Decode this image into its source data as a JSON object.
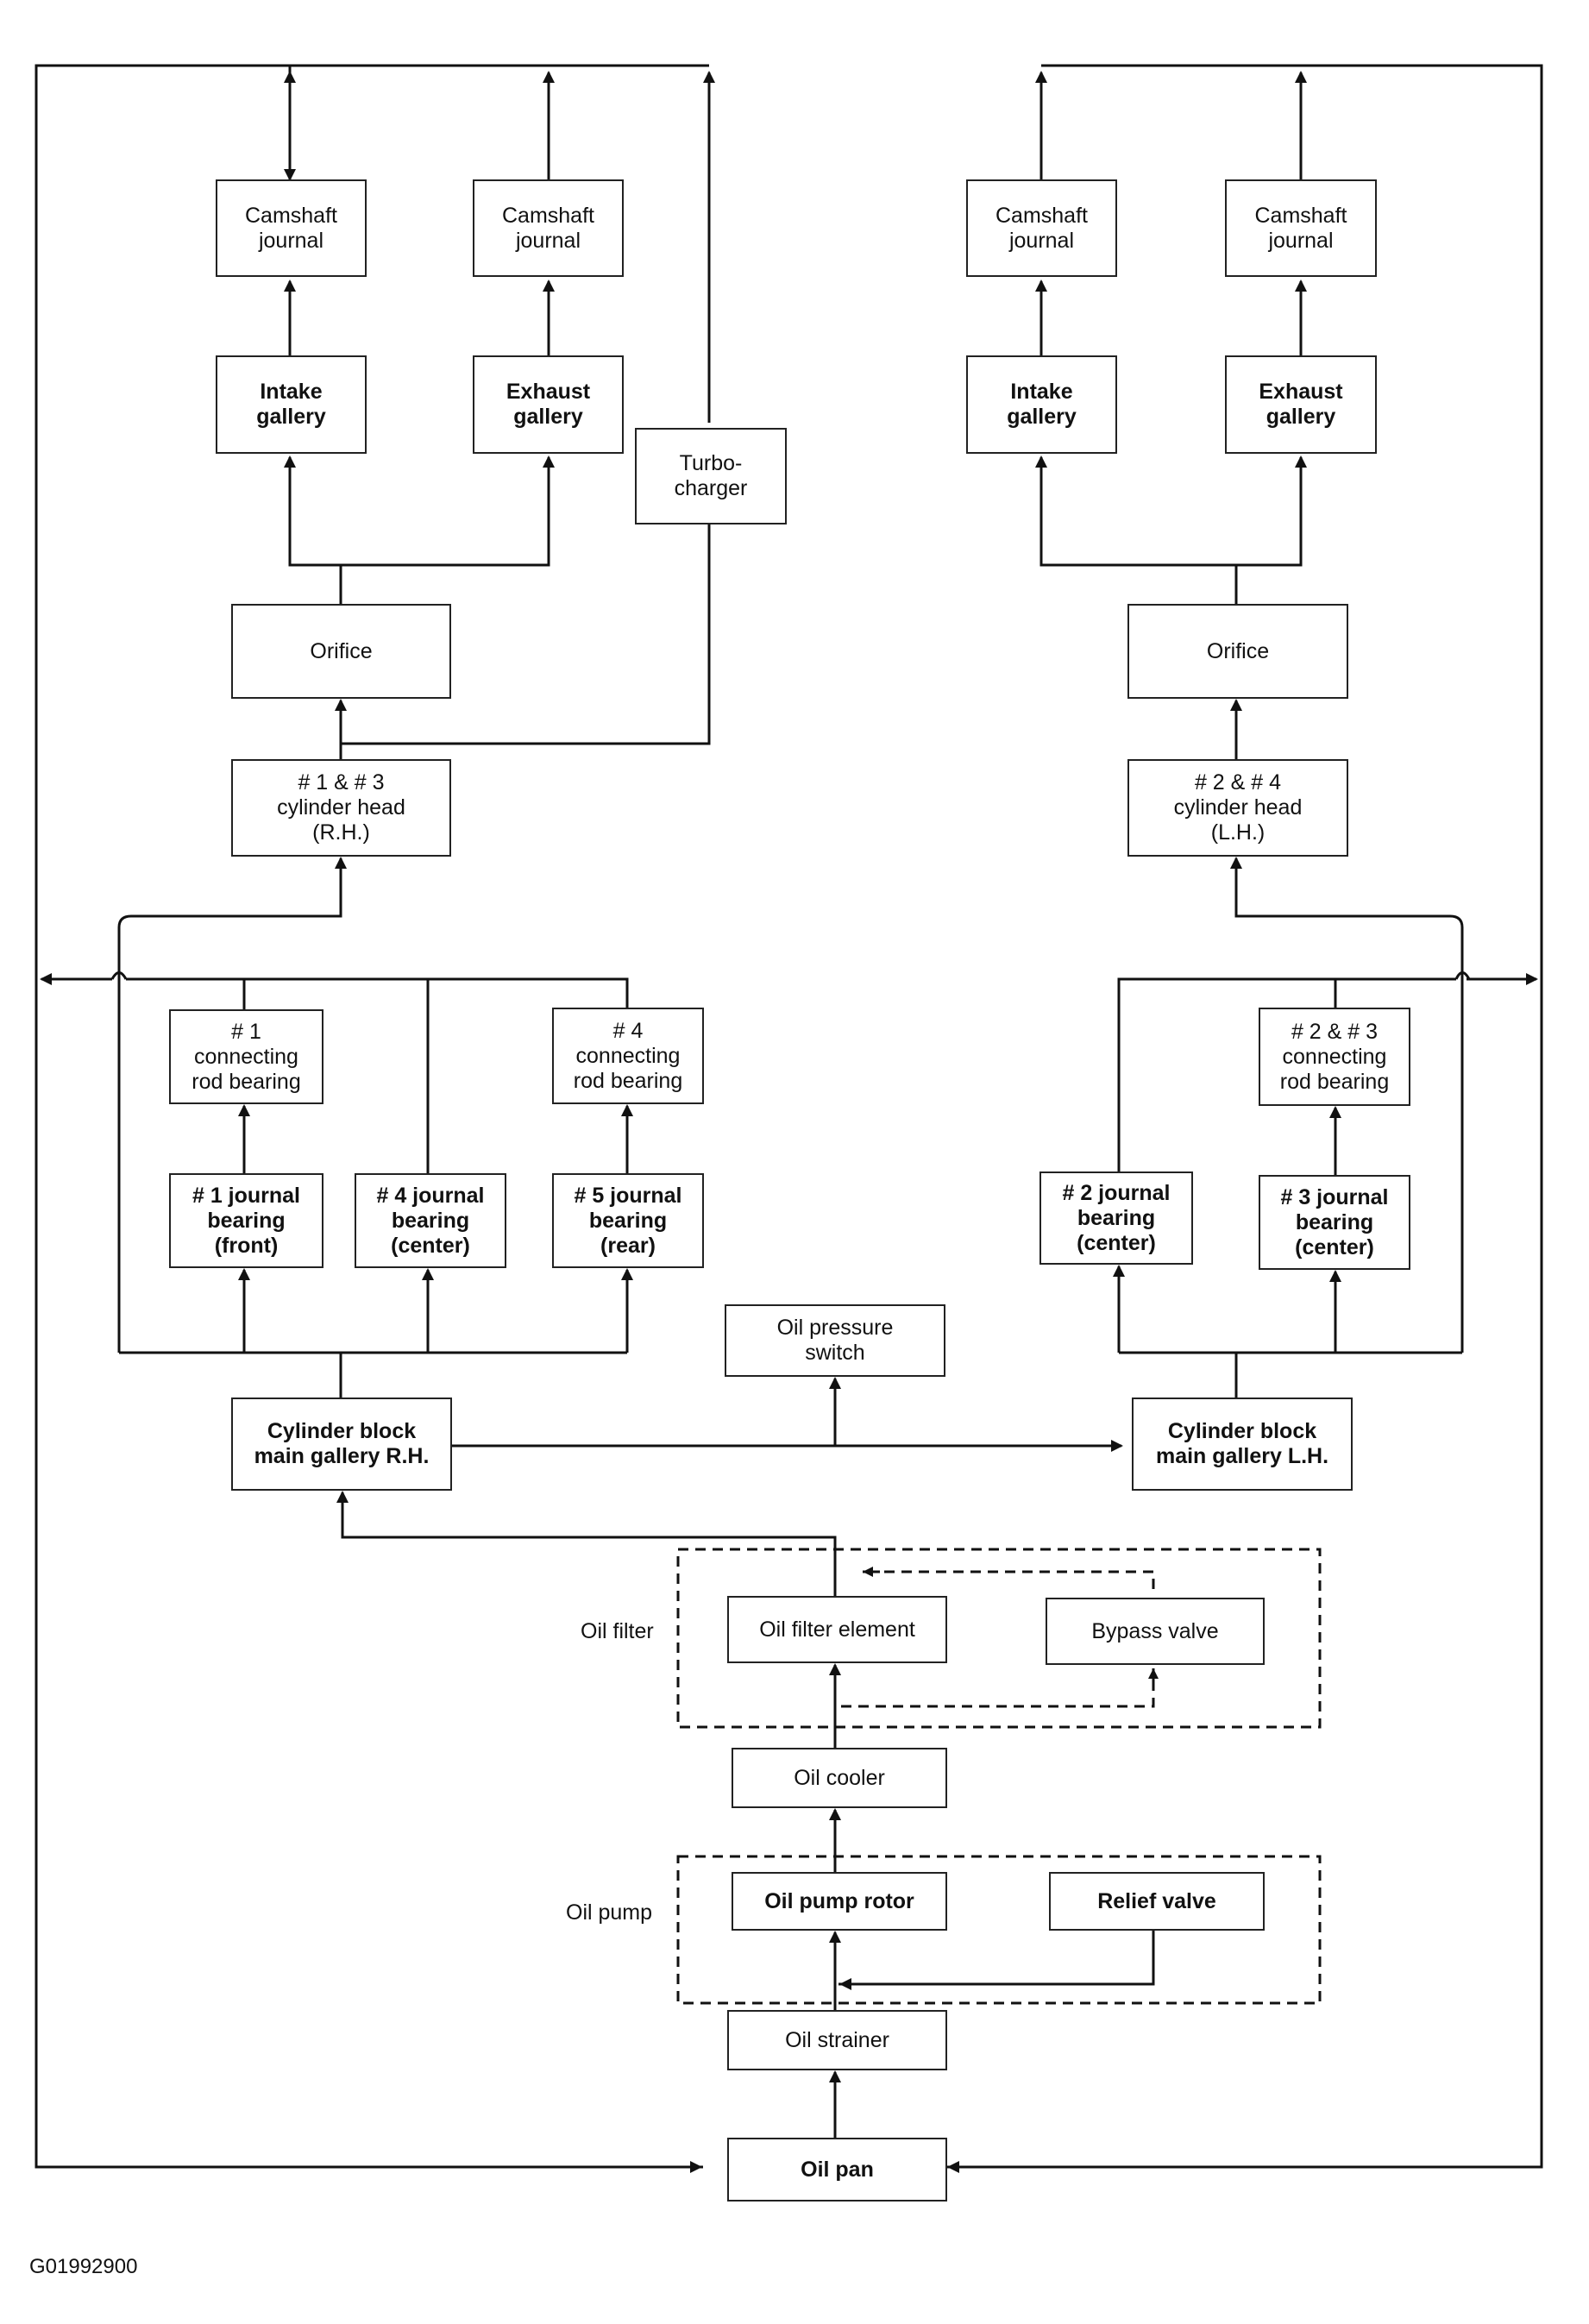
{
  "diagram": {
    "nodes": {
      "cam_rh_intake": "Camshaft\njournal",
      "cam_rh_exhaust": "Camshaft\njournal",
      "cam_lh_intake": "Camshaft\njournal",
      "cam_lh_exhaust": "Camshaft\njournal",
      "intake_rh": "Intake\ngallery",
      "exhaust_rh": "Exhaust\ngallery",
      "intake_lh": "Intake\ngallery",
      "exhaust_lh": "Exhaust\ngallery",
      "turbo": "Turbo-\ncharger",
      "orifice_rh": "Orifice",
      "orifice_lh": "Orifice",
      "head_rh": "# 1 & # 3\ncylinder head\n(R.H.)",
      "head_lh": "# 2 & # 4\ncylinder head\n(L.H.)",
      "conrod_1": "# 1\nconnecting\nrod bearing",
      "conrod_4": "# 4\nconnecting\nrod bearing",
      "conrod_23": "# 2 & # 3\nconnecting\nrod bearing",
      "journal_1": "# 1 journal\nbearing\n(front)",
      "journal_4": "# 4 journal\nbearing\n(center)",
      "journal_5": "# 5 journal\nbearing\n(rear)",
      "journal_2": "# 2 journal\nbearing\n(center)",
      "journal_3": "# 3 journal\nbearing\n(center)",
      "oil_pressure_switch": "Oil pressure\nswitch",
      "block_rh": "Cylinder block\nmain gallery R.H.",
      "block_lh": "Cylinder block\nmain gallery L.H.",
      "oil_filter_element": "Oil filter element",
      "bypass_valve": "Bypass valve",
      "oil_cooler": "Oil cooler",
      "oil_pump_rotor": "Oil pump rotor",
      "relief_valve": "Relief valve",
      "oil_strainer": "Oil strainer",
      "oil_pan": "Oil pan"
    },
    "groups": {
      "oil_filter": "Oil filter",
      "oil_pump": "Oil pump"
    },
    "figure_code": "G01992900"
  }
}
